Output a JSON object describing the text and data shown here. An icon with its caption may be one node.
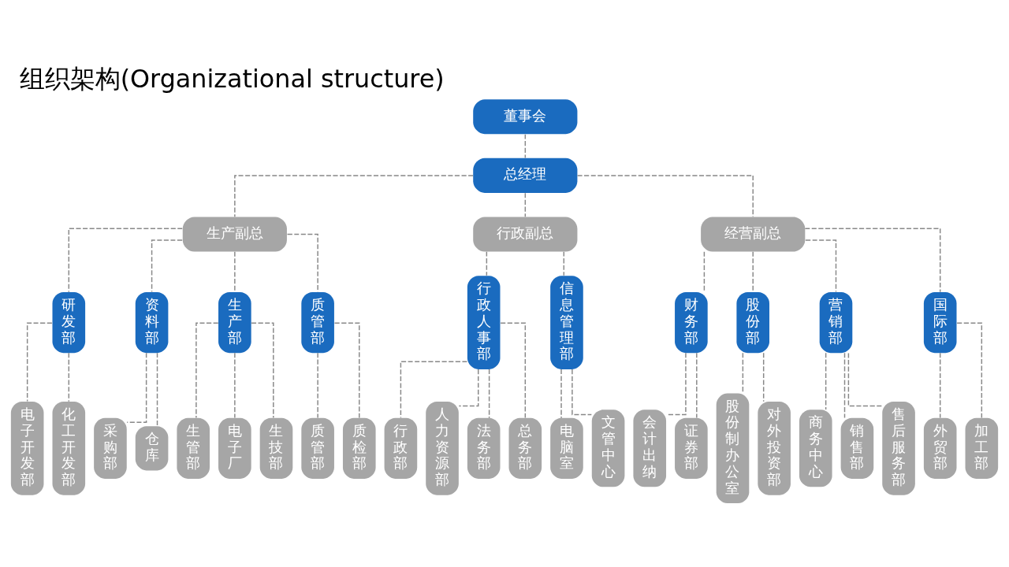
{
  "diagram": {
    "title": "组织架构(Organizational structure)",
    "nodes": [
      {
        "text": [
          "董事会"
        ]
      },
      {
        "text": [
          "总经理"
        ]
      },
      {
        "text": [
          "生产副总"
        ]
      },
      {
        "text": [
          "行政副总"
        ]
      },
      {
        "text": [
          "经营副总"
        ]
      },
      {
        "text": [
          "研发部"
        ]
      },
      {
        "text": [
          "资料部"
        ]
      },
      {
        "text": [
          "生产部"
        ]
      },
      {
        "text": [
          "质管部"
        ]
      },
      {
        "text": [
          "行政人事部"
        ]
      },
      {
        "text": [
          "信息管理部"
        ]
      },
      {
        "text": [
          "财务部"
        ]
      },
      {
        "text": [
          "股份部"
        ]
      },
      {
        "text": [
          "营销部"
        ]
      },
      {
        "text": [
          "国际部"
        ]
      },
      {
        "text": [
          "电子开发部"
        ]
      },
      {
        "text": [
          "化工开发部"
        ]
      },
      {
        "text": [
          "采购部"
        ]
      },
      {
        "text": [
          "仓库"
        ]
      },
      {
        "text": [
          "生管部"
        ]
      },
      {
        "text": [
          "电子厂"
        ]
      },
      {
        "text": [
          "生技部"
        ]
      },
      {
        "text": [
          "质管部"
        ]
      },
      {
        "text": [
          "质检部"
        ]
      },
      {
        "text": [
          "行政部"
        ]
      },
      {
        "text": [
          "人力资源部"
        ]
      },
      {
        "text": [
          "法务部"
        ]
      },
      {
        "text": [
          "总务部"
        ]
      },
      {
        "text": [
          "电脑室"
        ]
      },
      {
        "text": [
          "文管中心"
        ]
      },
      {
        "text": [
          "会计出纳"
        ]
      },
      {
        "text": [
          "证券部"
        ]
      },
      {
        "text": [
          "股份制办公室"
        ]
      },
      {
        "text": [
          "对外投资部"
        ]
      },
      {
        "text": [
          "商务中心"
        ]
      },
      {
        "text": [
          "销售部"
        ]
      },
      {
        "text": [
          "售后服务部"
        ]
      },
      {
        "text": [
          "外贸部"
        ]
      },
      {
        "text": [
          "加工部"
        ]
      }
    ],
    "edges": [
      {
        "from": 0,
        "to": 1,
        "arrow": "none",
        "style": "dashed"
      },
      {
        "from": 1,
        "to": 2,
        "arrow": "none",
        "style": "dashed"
      },
      {
        "from": 1,
        "to": 3,
        "arrow": "none",
        "style": "dashed"
      },
      {
        "from": 1,
        "to": 4,
        "arrow": "none",
        "style": "dashed"
      },
      {
        "from": 2,
        "to": 5,
        "arrow": "none",
        "style": "dashed"
      },
      {
        "from": 2,
        "to": 6,
        "arrow": "none",
        "style": "dashed"
      },
      {
        "from": 2,
        "to": 7,
        "arrow": "none",
        "style": "dashed"
      },
      {
        "from": 2,
        "to": 8,
        "arrow": "none",
        "style": "dashed"
      },
      {
        "from": 3,
        "to": 9,
        "arrow": "none",
        "style": "dashed"
      },
      {
        "from": 3,
        "to": 10,
        "arrow": "none",
        "style": "dashed"
      },
      {
        "from": 4,
        "to": 11,
        "arrow": "none",
        "style": "dashed"
      },
      {
        "from": 4,
        "to": 12,
        "arrow": "none",
        "style": "dashed"
      },
      {
        "from": 4,
        "to": 13,
        "arrow": "none",
        "style": "dashed"
      },
      {
        "from": 4,
        "to": 14,
        "arrow": "none",
        "style": "dashed"
      },
      {
        "from": 5,
        "to": 15,
        "arrow": "none",
        "style": "dashed"
      },
      {
        "from": 5,
        "to": 16,
        "arrow": "none",
        "style": "dashed"
      },
      {
        "from": 6,
        "to": 17,
        "arrow": "none",
        "style": "dashed"
      },
      {
        "from": 6,
        "to": 18,
        "arrow": "none",
        "style": "dashed"
      },
      {
        "from": 7,
        "to": 19,
        "arrow": "none",
        "style": "dashed"
      },
      {
        "from": 7,
        "to": 20,
        "arrow": "none",
        "style": "dashed"
      },
      {
        "from": 7,
        "to": 21,
        "arrow": "none",
        "style": "dashed"
      },
      {
        "from": 8,
        "to": 22,
        "arrow": "none",
        "style": "dashed"
      },
      {
        "from": 8,
        "to": 23,
        "arrow": "none",
        "style": "dashed"
      },
      {
        "from": 9,
        "to": 24,
        "arrow": "none",
        "style": "dashed"
      },
      {
        "from": 9,
        "to": 25,
        "arrow": "none",
        "style": "dashed"
      },
      {
        "from": 9,
        "to": 26,
        "arrow": "none",
        "style": "dashed"
      },
      {
        "from": 9,
        "to": 27,
        "arrow": "none",
        "style": "dashed"
      },
      {
        "from": 10,
        "to": 28,
        "arrow": "none",
        "style": "dashed"
      },
      {
        "from": 10,
        "to": 29,
        "arrow": "none",
        "style": "dashed"
      },
      {
        "from": 11,
        "to": 30,
        "arrow": "none",
        "style": "dashed"
      },
      {
        "from": 11,
        "to": 31,
        "arrow": "none",
        "style": "dashed"
      },
      {
        "from": 12,
        "to": 32,
        "arrow": "none",
        "style": "dashed"
      },
      {
        "from": 12,
        "to": 33,
        "arrow": "none",
        "style": "dashed"
      },
      {
        "from": 13,
        "to": 34,
        "arrow": "none",
        "style": "dashed"
      },
      {
        "from": 13,
        "to": 35,
        "arrow": "none",
        "style": "dashed"
      },
      {
        "from": 13,
        "to": 36,
        "arrow": "none",
        "style": "dashed"
      },
      {
        "from": 14,
        "to": 37,
        "arrow": "none",
        "style": "dashed"
      },
      {
        "from": 14,
        "to": 38,
        "arrow": "none",
        "style": "dashed"
      }
    ]
  }
}
